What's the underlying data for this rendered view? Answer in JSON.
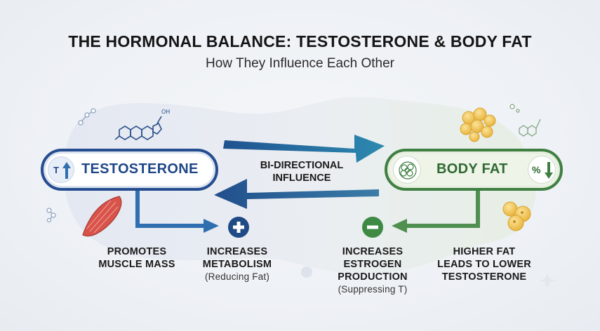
{
  "title": "THE HORMONAL BALANCE: TESTOSTERONE & BODY FAT",
  "subtitle": "How They Influence Each Other",
  "testosterone": {
    "label": "TESTOSTERONE",
    "icon_text": "T"
  },
  "body_fat": {
    "label": "BODY FAT",
    "icon_text": "%"
  },
  "center": {
    "line1": "BI-DIRECTIONAL",
    "line2": "INFLUENCE"
  },
  "effects": {
    "muscle": {
      "line1": "PROMOTES",
      "line2": "MUSCLE MASS"
    },
    "metabolism": {
      "line1": "INCREASES",
      "line2": "METABOLISM",
      "note": "(Reducing Fat)"
    },
    "estrogen": {
      "line1": "INCREASES",
      "line2": "ESTROGEN",
      "line3": "PRODUCTION",
      "note": "(Suppressing T)"
    },
    "lower_t": {
      "line1": "HIGHER FAT",
      "line2": "LEADS TO LOWER",
      "line3": "TESTOSTERONE"
    }
  },
  "colors": {
    "testosterone_blue": "#254d8f",
    "arrow_blue": "#2f6fb0",
    "body_fat_green": "#3f7f42",
    "plus_badge": "#1f4a86",
    "minus_badge": "#3e8a45",
    "muscle_red": "#d8534a",
    "fat_yellow": "#f2c14e"
  },
  "icons": [
    "steroid-molecule-icon",
    "up-arrow-icon",
    "down-arrow-icon",
    "fat-cell-icon",
    "fat-cluster-icon",
    "muscle-icon",
    "plus-icon",
    "minus-icon",
    "molecule-icon"
  ]
}
